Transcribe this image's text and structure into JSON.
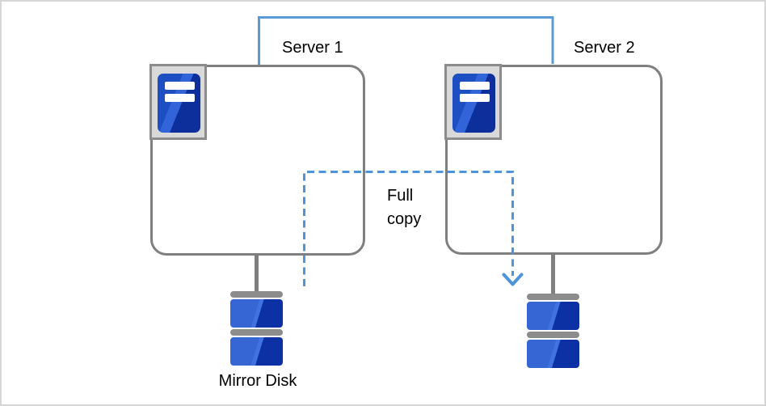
{
  "diagram": {
    "server1": {
      "label": "Server 1"
    },
    "server2": {
      "label": "Server 2"
    },
    "full_copy": {
      "label": "Full copy"
    },
    "mirror_disk": {
      "label": "Mirror Disk"
    },
    "icons": {
      "server": "server-tower-icon",
      "disk": "disk-stack-icon",
      "arrow": "down-arrowhead-icon"
    },
    "colors": {
      "link_solid_blue": "#5b9bd5",
      "link_dashed_blue": "#4d94db",
      "node_border_gray": "#7f7f7f",
      "icon_frame_gray": "#d9d9d9",
      "icon_blue": "#1d4ec2",
      "icon_blue_highlight": "#3064d8",
      "icon_blue_dark": "#0d2f9c",
      "disk_blue": "#3566d4",
      "disk_blue_dark": "#0c31a4",
      "disk_cap_gray": "#8c8c8c"
    }
  }
}
